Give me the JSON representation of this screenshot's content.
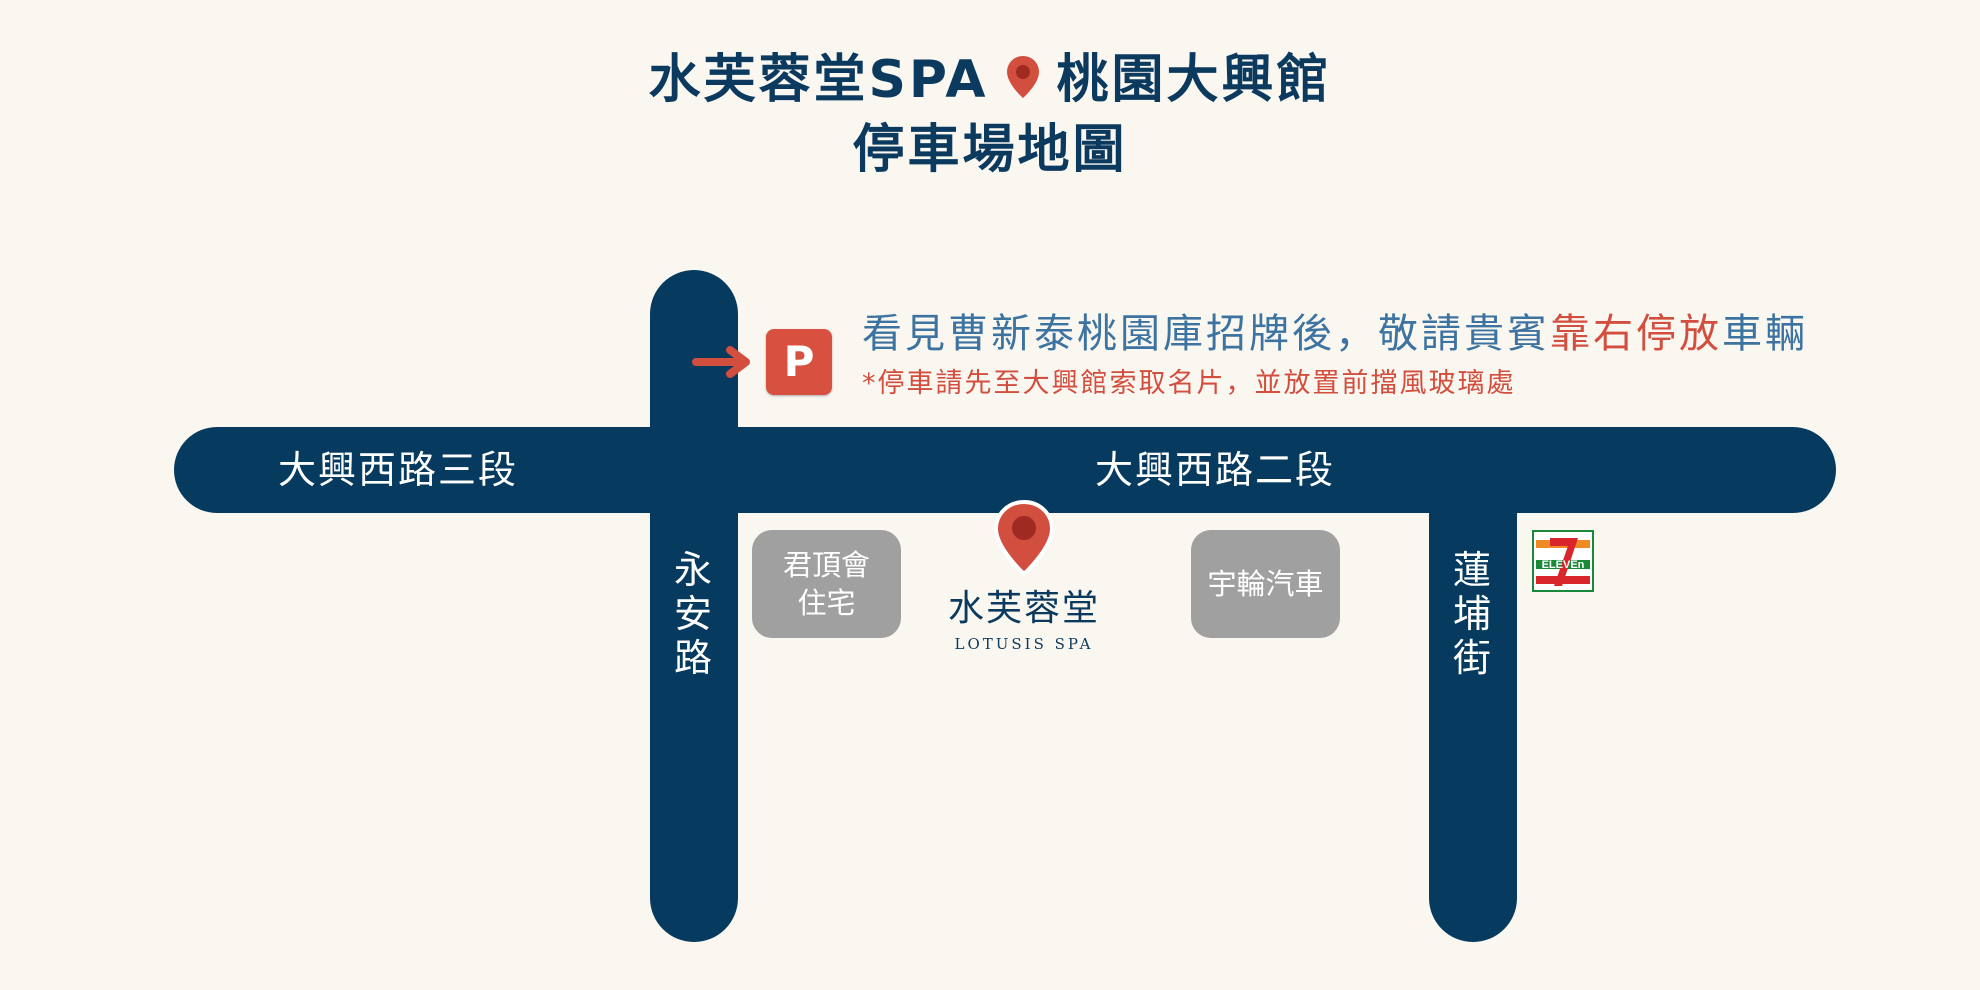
{
  "title": {
    "line1_left": "水芙蓉堂SPA",
    "line1_right": "桃園大興館",
    "line2": "停車場地圖"
  },
  "roads": {
    "horizontal_left": "大興西路三段",
    "horizontal_right": "大興西路二段",
    "vertical_left": [
      "永",
      "安",
      "路"
    ],
    "vertical_right": [
      "蓮",
      "埔",
      "街"
    ]
  },
  "buildings": {
    "left_line1": "君頂會",
    "left_line2": "住宅",
    "right": "宇輪汽車"
  },
  "parking": {
    "symbol": "P",
    "notice_part1": "看見曹新泰桃園庫招牌後，敬請貴賓",
    "notice_highlight": "靠右停放",
    "notice_part2": "車輛",
    "subnotice": "*停車請先至大興館索取名片，並放置前擋風玻璃處"
  },
  "store": {
    "logo_cn": "水芙蓉堂",
    "logo_en": "LOTUSIS SPA"
  },
  "landmark": {
    "seven_eleven_text": "ELEVEn"
  },
  "icons": {
    "title_pin": "location-pin-icon",
    "store_pin": "location-pin-icon",
    "arrow": "arrow-right-icon",
    "convenience": "seven-eleven-logo-icon"
  },
  "colors": {
    "background": "#faf7f1",
    "road": "#063a5f",
    "title": "#0b3a5e",
    "notice": "#3d73a0",
    "accent_red": "#d24e3e",
    "building": "#a0a0a0"
  }
}
